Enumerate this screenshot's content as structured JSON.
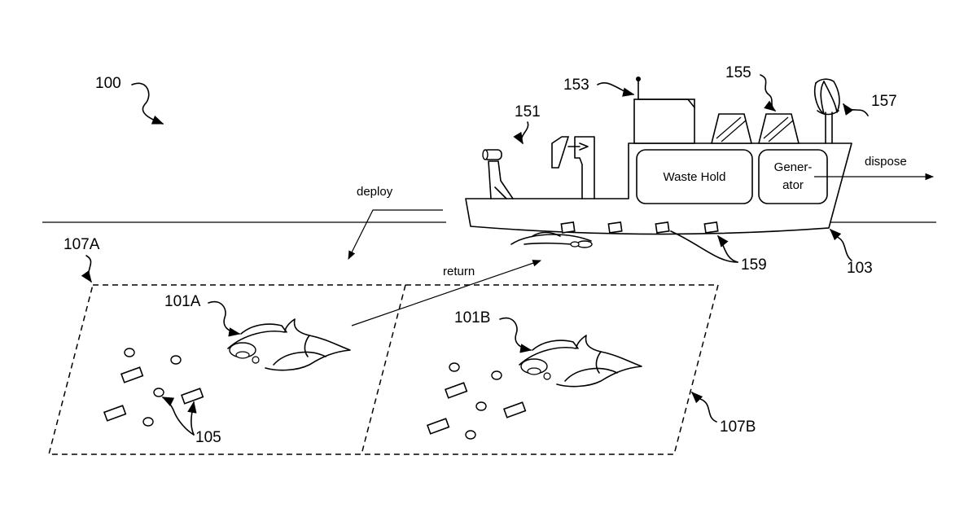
{
  "references": {
    "system": "100",
    "ship": "103",
    "launch_crane": "151",
    "antenna": "153",
    "solar_panels": "155",
    "wind_turbine": "157",
    "hull_ports": "159",
    "robot_a": "101A",
    "robot_b": "101B",
    "debris": "105",
    "zone_a": "107A",
    "zone_b": "107B"
  },
  "compartments": {
    "waste_hold": "Waste Hold",
    "generator_line1": "Gener-",
    "generator_line2": "ator"
  },
  "actions": {
    "deploy": "deploy",
    "return": "return",
    "dispose": "dispose"
  }
}
